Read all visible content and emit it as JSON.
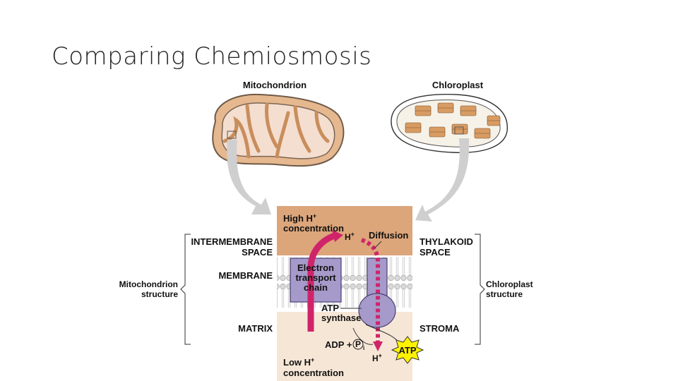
{
  "slide": {
    "title": "Comparing Chemiosmosis"
  },
  "diagram": {
    "mitochondrion_heading": "Mitochondrion",
    "chloroplast_heading": "Chloroplast",
    "high_h_1": "High H",
    "high_h_2": "concentration",
    "h_top": "H",
    "diffusion": "Diffusion",
    "intermembrane_1": "INTERMEMBRANE",
    "intermembrane_2": "SPACE",
    "thylakoid_1": "THYLAKOID",
    "thylakoid_2": "SPACE",
    "membrane": "MEMBRANE",
    "etc_1": "Electron",
    "etc_2": "transport",
    "etc_3": "chain",
    "atp_synthase_1": "ATP",
    "atp_synthase_2": "synthase",
    "matrix": "MATRIX",
    "stroma": "STROMA",
    "adp_pi": "ADP +",
    "pi": "P",
    "pi_sub": "i",
    "atp": "ATP",
    "low_h_1": "Low H",
    "low_h_2": "concentration",
    "h_bottom": "H",
    "plus": "+",
    "mito_structure_1": "Mitochondrion",
    "mito_structure_2": "structure",
    "chloro_structure_1": "Chloroplast",
    "chloro_structure_2": "structure"
  }
}
